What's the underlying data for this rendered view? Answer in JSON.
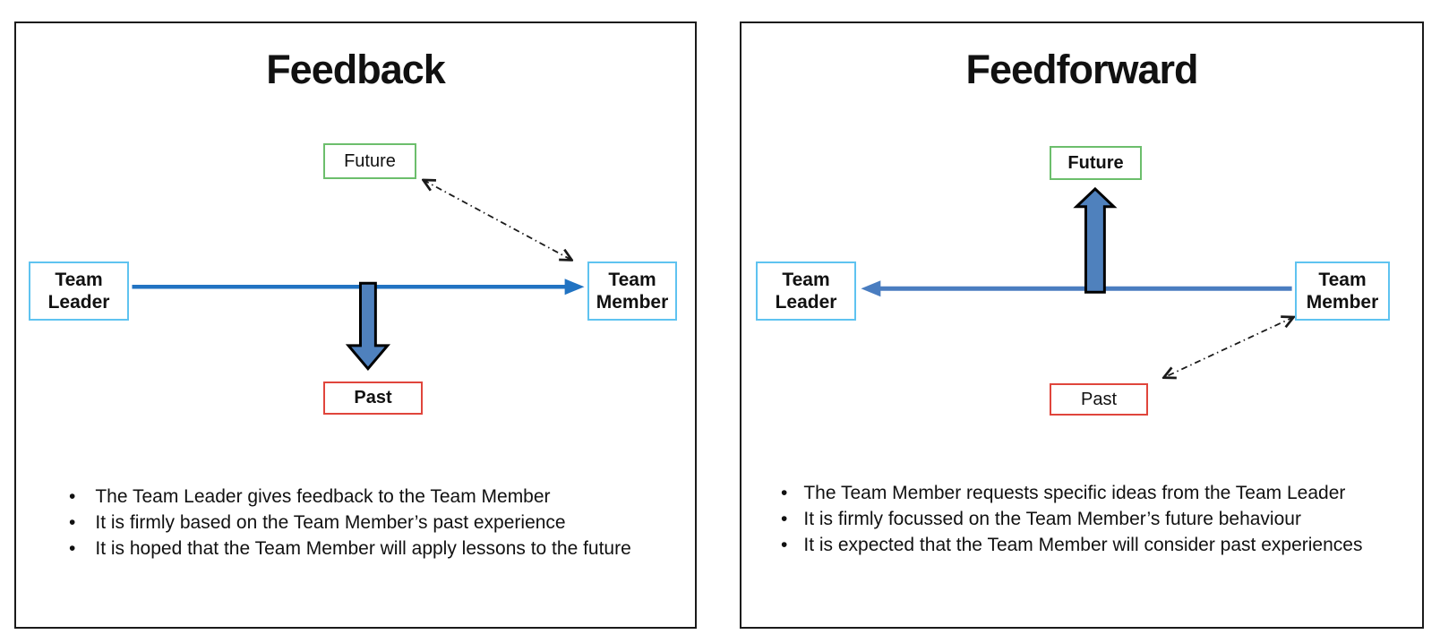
{
  "bullet_char": "•",
  "colors": {
    "panel_border": "#1a1a1a",
    "team_box_border": "#5FC3F0",
    "future_box_border": "#6CBE6C",
    "past_box_border": "#E0453C",
    "feedback_line_blue": "#2173C2",
    "feedforward_line_blue": "#4A7DC0",
    "block_arrow_fill": "#4F81BD",
    "block_arrow_outline": "#000000",
    "dashdot_color": "#1a1a1a",
    "text_color": "#111111"
  },
  "panels": [
    {
      "title": "Feedback",
      "boxes": {
        "future": {
          "label": "Future"
        },
        "team_leader": {
          "line1": "Team",
          "line2": "Leader"
        },
        "team_member": {
          "line1": "Team",
          "line2": "Member"
        },
        "past": {
          "label": "Past"
        }
      },
      "arrows": {
        "flow": "team-leader-to-team-member",
        "block": "down-to-past",
        "dashdot": "future-and-team-member-two-way"
      },
      "bullets": [
        "The Team Leader gives feedback to the Team Member",
        "It is firmly based on the Team Member’s past experience",
        "It is hoped that the Team Member will apply lessons to the future"
      ]
    },
    {
      "title": "Feedforward",
      "boxes": {
        "future": {
          "label": "Future"
        },
        "team_leader": {
          "line1": "Team",
          "line2": "Leader"
        },
        "team_member": {
          "line1": "Team",
          "line2": "Member"
        },
        "past": {
          "label": "Past"
        }
      },
      "arrows": {
        "flow": "team-member-to-team-leader",
        "block": "up-to-future",
        "dashdot": "past-and-team-member-two-way"
      },
      "bullets": [
        "The Team Member requests specific ideas from the Team Leader",
        "It is firmly focussed on the Team Member’s future behaviour",
        "It is expected that the Team Member will consider past experiences"
      ]
    }
  ]
}
